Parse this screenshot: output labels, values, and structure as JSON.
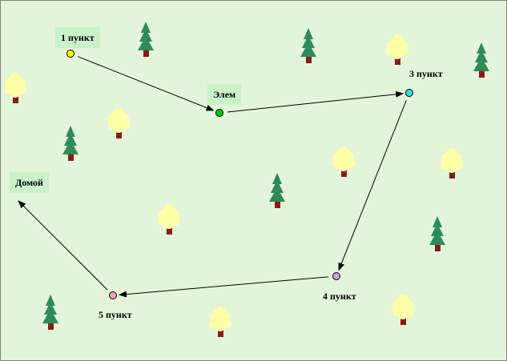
{
  "colors": {
    "background": "#e3f5d9",
    "label_box": "#c9f2c9",
    "spruce": "#2e8b57",
    "spruce_trunk": "#8b1a1a",
    "birch": "#ffffa8",
    "birch_trunk": "#8b1a1a",
    "arrow": "#000000"
  },
  "points": [
    {
      "id": "p1",
      "label": "1 пункт",
      "color": "#ffff00",
      "boxed": true
    },
    {
      "id": "p2",
      "label": "Элем",
      "color": "#00cc00",
      "boxed": true
    },
    {
      "id": "p3",
      "label": "3 пункт",
      "color": "#33e0e0",
      "boxed": false
    },
    {
      "id": "p4",
      "label": "4 пункт",
      "color": "#c9a0e0",
      "boxed": false
    },
    {
      "id": "p5",
      "label": "5 пункт",
      "color": "#f5a0c0",
      "boxed": false
    },
    {
      "id": "home",
      "label": "Домой",
      "color": null,
      "boxed": true
    }
  ],
  "route": [
    "p1",
    "p2",
    "p3",
    "p4",
    "p5",
    "home"
  ],
  "icons": {
    "spruce": "spruce-tree-icon",
    "birch": "deciduous-tree-icon"
  }
}
